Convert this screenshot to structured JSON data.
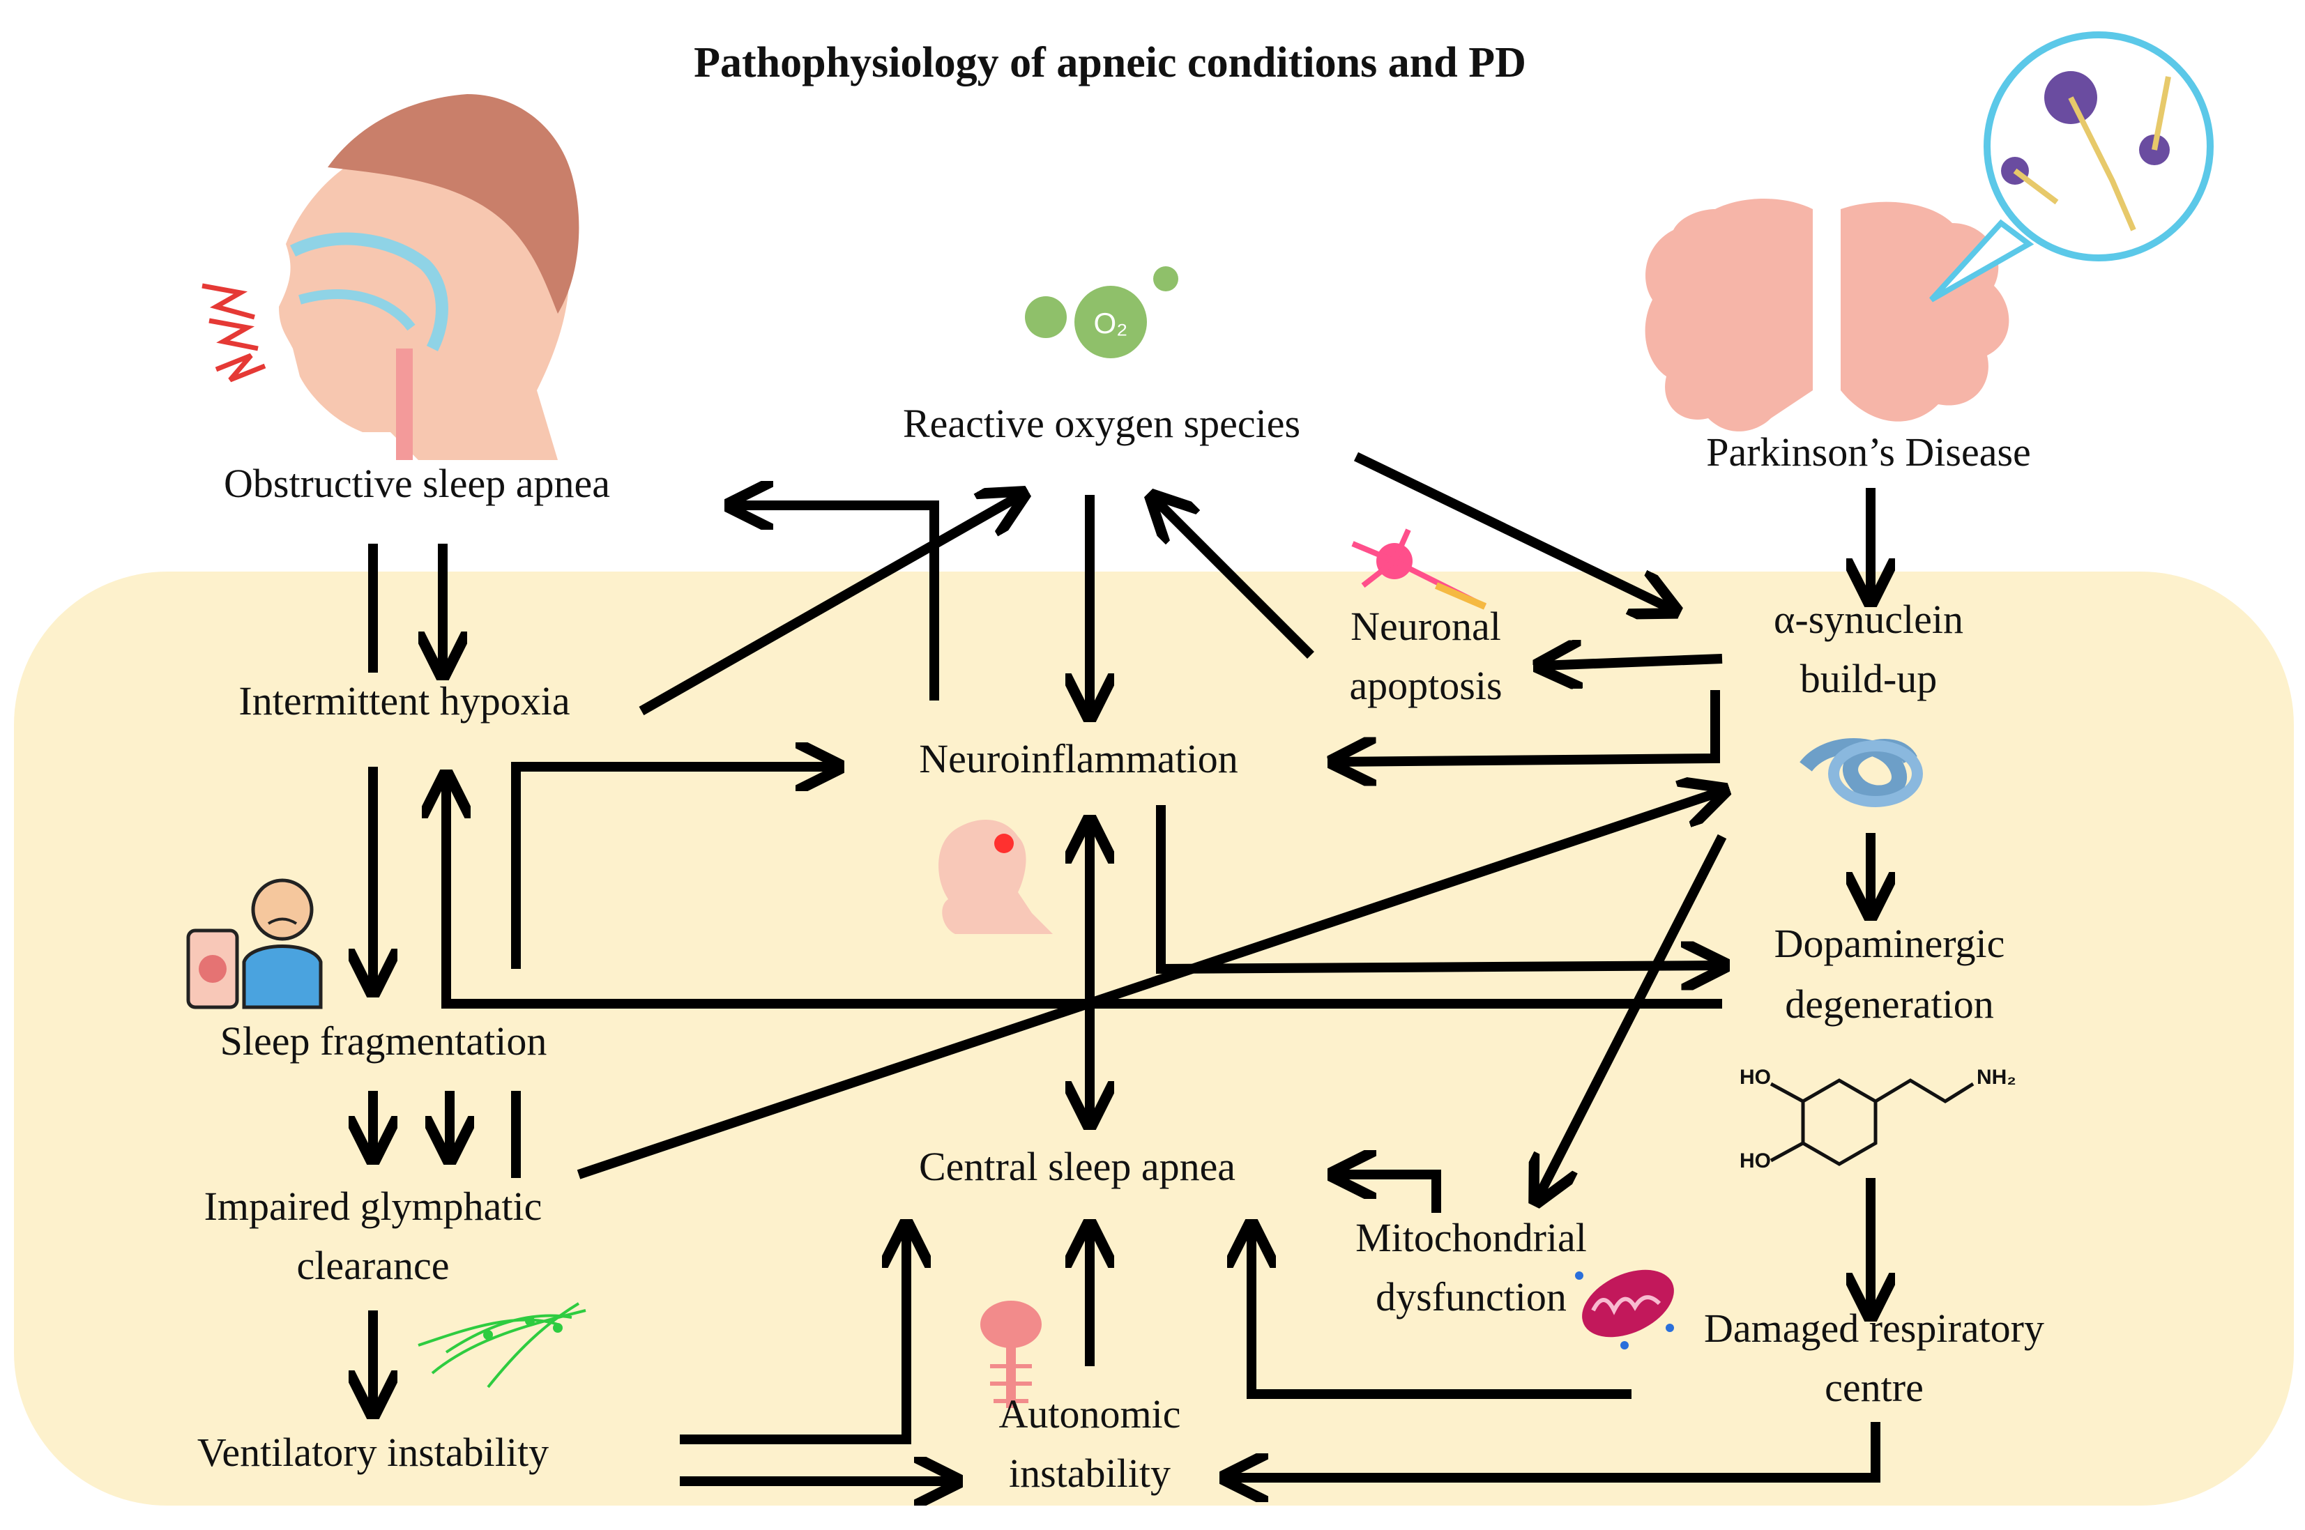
{
  "title": "Pathophysiology of apneic conditions and PD",
  "colors": {
    "panel": "#fdf1cc",
    "arrow": "#000000",
    "skin": "#f7c7b0",
    "hair": "#c97f6a",
    "airway": "#8fd3e6",
    "brain": "#f6b5a8",
    "neuron_purple": "#6a4ca0",
    "o2_green": "#8fc06a",
    "mito": "#c2185b",
    "glymph_green": "#2ecc40"
  },
  "icons": {
    "osa": "head-profile-airway-icon",
    "ros": "oxygen-bubbles-icon",
    "pd": "brain-neurons-bubble-icon",
    "apoptosis": "neuron-icon",
    "synuclein": "protein-tangle-icon",
    "neuroinflammation": "inflamed-head-icon",
    "sleep_frag": "sleepless-person-phone-icon",
    "dopamine": "dopamine-molecule-icon",
    "mito": "mitochondrion-icon",
    "spinal": "brain-spinal-cord-icon",
    "glymph": "lymphatic-vessels-icon"
  },
  "nodes": {
    "osa": "Obstructive sleep apnea",
    "ros": "Reactive oxygen species",
    "pd": "Parkinson’s Disease",
    "ih": "Intermittent hypoxia",
    "apoptosis_1": "Neuronal",
    "apoptosis_2": "apoptosis",
    "syn_1": "α-synuclein",
    "syn_2": "build-up",
    "neuroinfl": "Neuroinflammation",
    "sleep_frag": "Sleep fragmentation",
    "dopa_1": "Dopaminergic",
    "dopa_2": "degeneration",
    "glymph_1": "Impaired glymphatic",
    "glymph_2": "clearance",
    "csa": "Central sleep apnea",
    "mito_1": "Mitochondrial",
    "mito_2": "dysfunction",
    "resp_1": "Damaged respiratory",
    "resp_2": "centre",
    "vent": "Ventilatory instability",
    "auto_1": "Autonomic",
    "auto_2": "instability"
  },
  "chem": {
    "ho1": "HO",
    "ho2": "HO",
    "nh2": "NH₂",
    "o2": "O₂"
  }
}
